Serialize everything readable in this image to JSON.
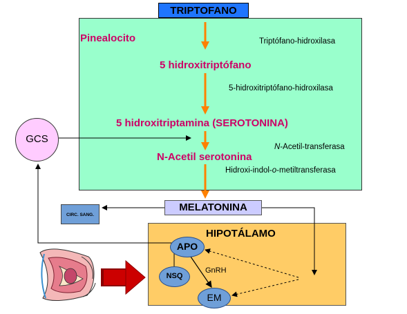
{
  "precursor": "TRIPTOFANO",
  "cell": "Pinealocito",
  "intermediates": [
    "5 hidroxitriptófano",
    "5 hidroxitriptamina (SEROTONINA)",
    "N-Acetil serotonina"
  ],
  "enzymes": [
    "Triptófano-hidroxilasa",
    "5-hidroxitriptófano-hidroxilasa",
    "N-Acetil-transferasa",
    "Hidroxi-indol-o-metiltransferasa"
  ],
  "product": "MELATONINA",
  "gcs": "GCS",
  "circulation": "CIRC. SANG.",
  "hypothalamus": {
    "title": "HIPOTÁLAMO",
    "apo": "APO",
    "nsq": "NSQ",
    "em": "EM",
    "gnrh": "GnRH"
  },
  "colors": {
    "arrow_orange": "#ff8000",
    "pineal_bg": "#99ffcc",
    "hypothalamus_bg": "#ffcc66",
    "label_pink": "#cc0066",
    "big_arrow": "#cc0000"
  }
}
